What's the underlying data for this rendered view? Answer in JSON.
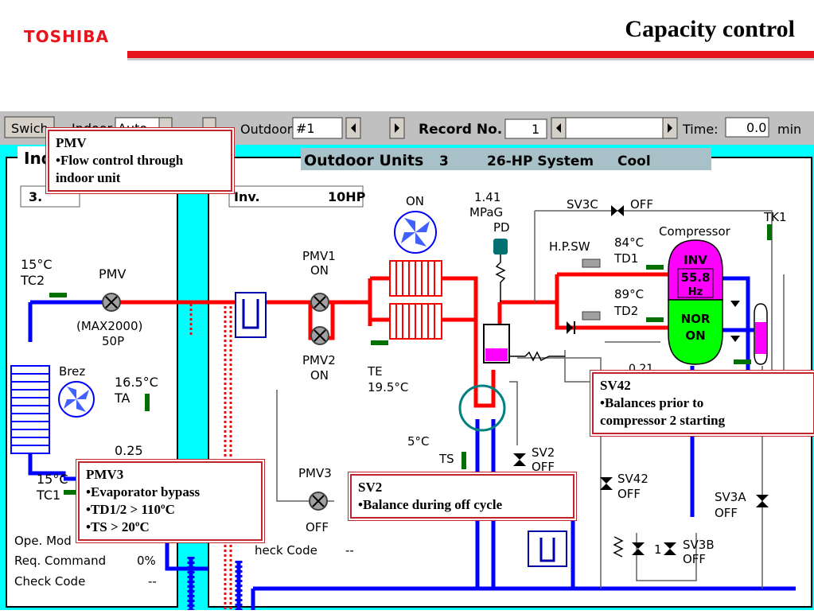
{
  "header": {
    "brand": "TOSHIBA",
    "title": "Capacity control",
    "brand_color": "#e8141c"
  },
  "toolbar": {
    "switch_label": "Swich",
    "indoor_label": "Indoor",
    "indoor_value": "Auto",
    "outdoor_label": "Outdoor",
    "outdoor_value": "#1",
    "record_label": "Record No.",
    "record_value": "1",
    "time_label": "Time:",
    "time_value": "0.0",
    "time_unit": "min"
  },
  "indoor_panel": {
    "title": "Ind",
    "field": "3.",
    "tc2_temp": "15°C",
    "tc2_label": "TC2",
    "pmv_label": "PMV",
    "pmv_max": "(MAX2000)",
    "pmv_value": "50P",
    "brez_label": "Brez",
    "ta_temp": "16.5°C",
    "ta_label": "TA",
    "pressure_partial": "0.25",
    "tc1_temp": "15°C",
    "tc1_label": "TC1",
    "ope_mode_label": "Ope. Mod",
    "req_command_label": "Req. Command",
    "req_command_value": "0%",
    "check_code_label": "Check Code",
    "check_code_value": "--"
  },
  "outdoor_panel": {
    "header_title": "Outdoor Units",
    "header_count": "3",
    "header_system": "26-HP System",
    "header_mode": "Cool",
    "inv_label": "Inv.",
    "inv_hp": "10HP",
    "fan_on": "ON",
    "pmv1_label": "PMV1",
    "pmv1_state": "ON",
    "pmv2_label": "PMV2",
    "pmv2_state": "ON",
    "pmv3_label": "PMV3",
    "pmv3_state": "OFF",
    "te_label": "TE",
    "te_temp": "19.5°C",
    "pressure_value": "1.41",
    "pressure_unit": "MPaG",
    "pd_label": "PD",
    "ts_temp": "5°C",
    "ts_label": "TS",
    "sv3c_label": "SV3C",
    "sv3c_state": "OFF",
    "hpsw_label": "H.P.SW",
    "td1_temp": "84°C",
    "td1_label": "TD1",
    "td2_temp": "89°C",
    "td2_label": "TD2",
    "compressor_label": "Compressor",
    "inv_comp_label": "INV",
    "inv_freq": "55.8",
    "inv_freq_unit": "Hz",
    "nor_label": "NOR",
    "nor_state": "ON",
    "tk1_label": "TK1",
    "low_pressure": "0.21",
    "sv2_label": "SV2",
    "sv2_state": "OFF",
    "sv42_label": "SV42",
    "sv42_state": "OFF",
    "sv3a_label": "SV3A",
    "sv3a_state": "OFF",
    "sv3b_label": "SV3B",
    "sv3b_state": "OFF",
    "sv3b_prefix": "1",
    "check_code_label": "heck Code",
    "check_code_value": "--"
  },
  "callouts": {
    "pmv": {
      "title": "PMV",
      "lines": [
        "•Flow control through",
        "indoor unit"
      ]
    },
    "sv42": {
      "title": "SV42",
      "lines": [
        "•Balances prior to",
        "compressor 2 starting"
      ]
    },
    "pmv3": {
      "title": "PMV3",
      "lines": [
        "•Evaporator bypass",
        "•TD1/2 > 110ºC",
        "•TS > 20ºC"
      ]
    },
    "sv2": {
      "title": "SV2",
      "lines": [
        "•Balance during off cycle"
      ]
    }
  }
}
